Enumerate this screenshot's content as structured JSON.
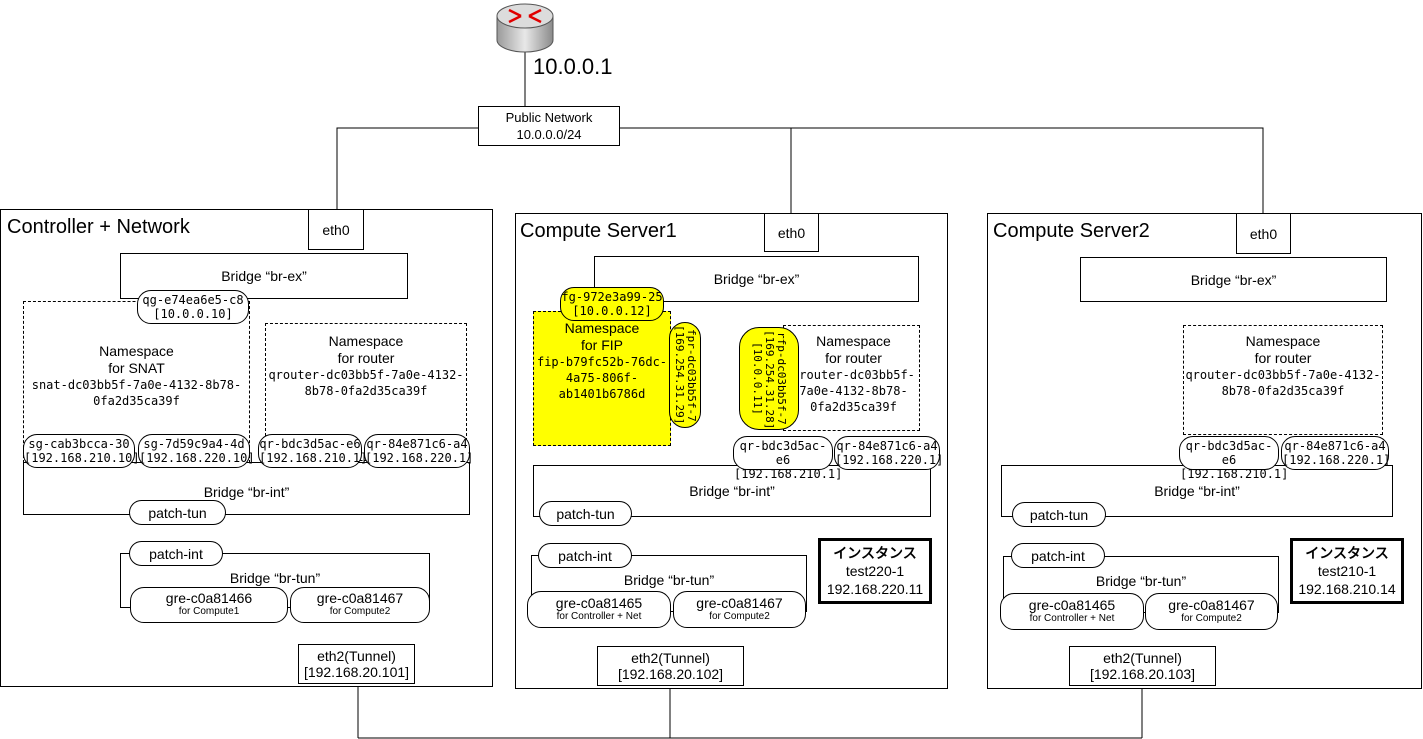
{
  "router": {
    "ip": "10.0.0.1",
    "icon": "router-icon"
  },
  "public_network": {
    "name": "Public Network",
    "cidr": "10.0.0.0/24"
  },
  "controller": {
    "title": "Controller + Network",
    "nic": "eth0",
    "br_ex": "Bridge “br-ex”",
    "qg": {
      "name": "qg-e74ea6e5-c8",
      "ip": "[10.0.0.10]"
    },
    "ns_snat": {
      "line1": "Namespace",
      "line2": "for SNAT",
      "line3": "snat-dc03bb5f-7a0e-4132-8b78-",
      "line4": "0fa2d35ca39f"
    },
    "ns_router": {
      "line1": "Namespace",
      "line2": "for router",
      "line3": "qrouter-dc03bb5f-7a0e-4132-",
      "line4": "8b78-0fa2d35ca39f"
    },
    "sg1": {
      "name": "sg-cab3bcca-30",
      "ip": "[192.168.210.10]"
    },
    "sg2": {
      "name": "sg-7d59c9a4-4d",
      "ip": "[192.168.220.10]"
    },
    "qr1": {
      "name": "qr-bdc3d5ac-e6",
      "ip": "[192.168.210.1]"
    },
    "qr2": {
      "name": "qr-84e871c6-a4",
      "ip": "[192.168.220.1]"
    },
    "br_int": "Bridge “br-int”",
    "patch_tun": "patch-tun",
    "patch_int": "patch-int",
    "br_tun": "Bridge “br-tun”",
    "gre1": {
      "name": "gre-c0a81466",
      "sub": "for Compute1"
    },
    "gre2": {
      "name": "gre-c0a81467",
      "sub": "for Compute2"
    },
    "eth2": {
      "name": "eth2(Tunnel)",
      "ip": "[192.168.20.101]"
    }
  },
  "compute1": {
    "title": "Compute Server1",
    "nic": "eth0",
    "br_ex": "Bridge “br-ex”",
    "fg": {
      "name": "fg-972e3a99-25",
      "ip": "[10.0.0.12]"
    },
    "ns_fip": {
      "line1": "Namespace",
      "line2": "for FIP",
      "line3": "fip-b79fc52b-76dc-",
      "line4": "4a75-806f-",
      "line5": "ab1401b6786d"
    },
    "fpr": {
      "name": "fpr-dc03bb5f-7",
      "ip": "[169.254.31.29]"
    },
    "rfp": {
      "name": "rfp-dc03bb5f-7",
      "ip1": "[169.254.31.28]",
      "ip2": "[10.0.0.11]"
    },
    "ns_router": {
      "line1": "Namespace",
      "line2": "for router",
      "line3": "qrouter-dc03bb5f-",
      "line4": "7a0e-4132-8b78-",
      "line5": "0fa2d35ca39f"
    },
    "qr1": {
      "name": "qr-bdc3d5ac-e6",
      "ip": "[192.168.210.1]"
    },
    "qr2": {
      "name": "qr-84e871c6-a4",
      "ip": "[192.168.220.1]"
    },
    "br_int": "Bridge “br-int”",
    "patch_tun": "patch-tun",
    "patch_int": "patch-int",
    "br_tun": "Bridge “br-tun”",
    "gre1": {
      "name": "gre-c0a81465",
      "sub": "for Controller + Net"
    },
    "gre2": {
      "name": "gre-c0a81467",
      "sub": "for Compute2"
    },
    "instance": {
      "label": "インスタンス",
      "name": "test220-1",
      "ip": "192.168.220.11"
    },
    "eth2": {
      "name": "eth2(Tunnel)",
      "ip": "[192.168.20.102]"
    }
  },
  "compute2": {
    "title": "Compute Server2",
    "nic": "eth0",
    "br_ex": "Bridge “br-ex”",
    "ns_router": {
      "line1": "Namespace",
      "line2": "for router",
      "line3": "qrouter-dc03bb5f-7a0e-4132-",
      "line4": "8b78-0fa2d35ca39f"
    },
    "qr1": {
      "name": "qr-bdc3d5ac-e6",
      "ip": "[192.168.210.1]"
    },
    "qr2": {
      "name": "qr-84e871c6-a4",
      "ip": "[192.168.220.1]"
    },
    "br_int": "Bridge “br-int”",
    "patch_tun": "patch-tun",
    "patch_int": "patch-int",
    "br_tun": "Bridge “br-tun”",
    "gre1": {
      "name": "gre-c0a81465",
      "sub": "for Controller + Net"
    },
    "gre2": {
      "name": "gre-c0a81467",
      "sub": "for Compute2"
    },
    "instance": {
      "label": "インスタンス",
      "name": "test210-1",
      "ip": "192.168.210.14"
    },
    "eth2": {
      "name": "eth2(Tunnel)",
      "ip": "[192.168.20.103]"
    }
  },
  "colors": {
    "highlight": "#ffff00",
    "line": "#000000"
  }
}
